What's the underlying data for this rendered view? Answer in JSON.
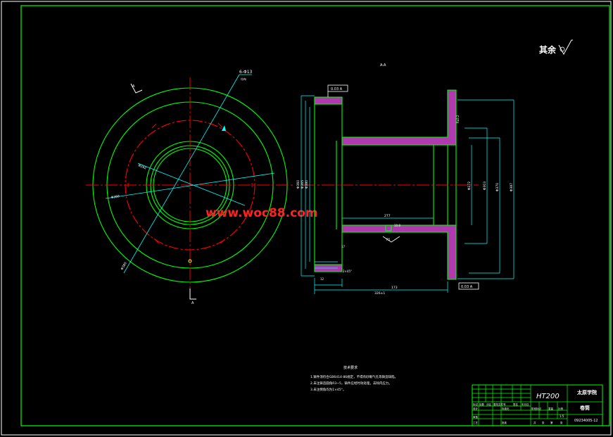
{
  "drawing": {
    "surface_note": "其余",
    "section_label": "A-A",
    "watermark": "www.woc88.com",
    "holes_label": "6-Φ13",
    "holes_sub": "均布",
    "section_mark_a": "A",
    "left_dims": [
      "Φ262",
      "Φ360",
      "Φ380"
    ],
    "right_dims": [
      "Φ360",
      "Φ365",
      "Φ380"
    ],
    "right_outer_dims": [
      "Φ272",
      "Φ303",
      "Φ370",
      "Φ387"
    ],
    "bottom_dims": [
      "173",
      "326±1"
    ],
    "inner_dim": "277",
    "small_dims": [
      "12",
      "17",
      "2×45°",
      "R5",
      "Ra3.2",
      "10.8"
    ],
    "tolerance_frame": "0.03 A"
  },
  "notes": {
    "title": "技术要求",
    "lines": [
      "1.铸件须符合GB6414-86规定，不得有砂眼气孔等铸造缺陷。",
      "2.未注铸造圆角R3~5，铸件应经时效处理，去除内应力。",
      "3.未注倒角均为1×45°。"
    ]
  },
  "title_block": {
    "material": "HT200",
    "school": "太原学院",
    "part_name": "卷筒",
    "drawing_no": "09234005-12",
    "scale": "1:5",
    "header_cells": [
      "标记",
      "处数",
      "分区",
      "更改文件号",
      "签名",
      "年月日"
    ],
    "row_cells": [
      "设计",
      "标准化",
      "阶段标记",
      "重量",
      "比例"
    ],
    "review_cells": [
      "审核",
      "工艺",
      "批准"
    ],
    "sheet_cells": [
      "共",
      "张",
      "第",
      "张"
    ]
  },
  "colors": {
    "frame": "#00ff00",
    "outline": "#00ff00",
    "centerline": "#ff0000",
    "dimension": "#00ffff",
    "hatch": "#cc44cc",
    "text": "#ffffff",
    "watermark": "#ff2020"
  }
}
